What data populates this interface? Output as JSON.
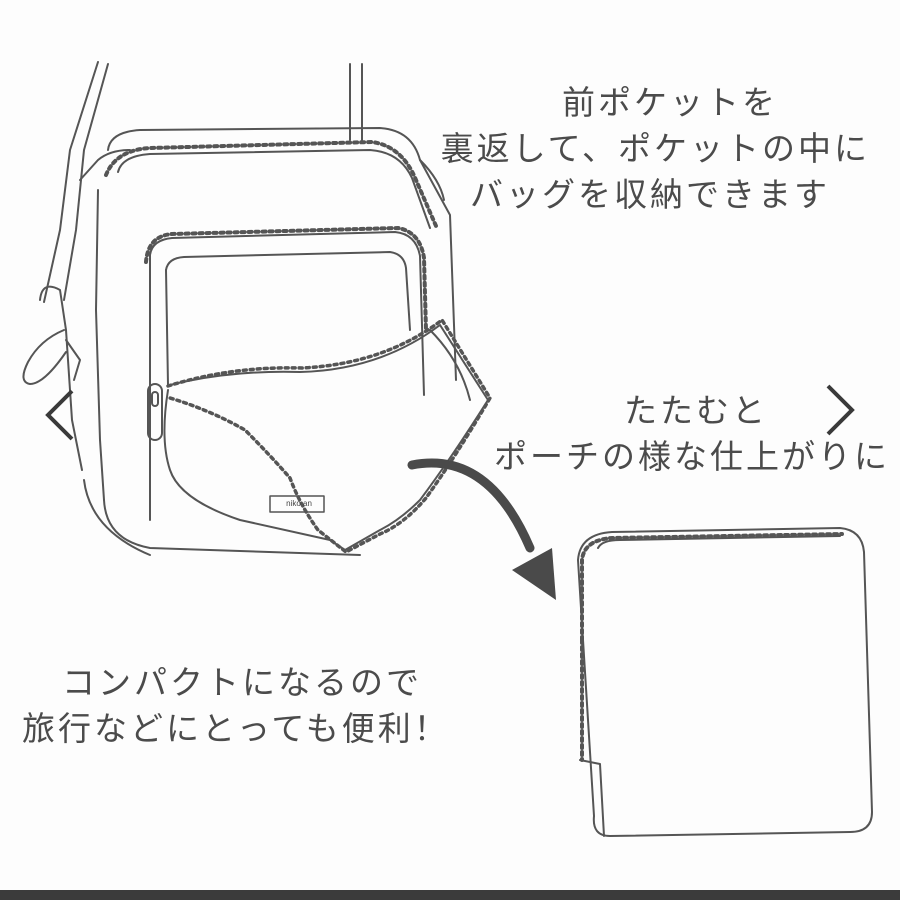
{
  "captions": {
    "top": [
      "前ポケットを",
      "裏返して、ポケットの中に",
      "バッグを収納できます"
    ],
    "middle": [
      "たたむと",
      "ポーチの様な仕上がりに"
    ],
    "bottom": [
      "コンパクトになるので",
      "旅行などにとっても便利！"
    ]
  },
  "brand_tag": "niko an",
  "navigation": {
    "prev_icon": "chevron-left-icon",
    "next_icon": "chevron-right-icon"
  },
  "colors": {
    "line": "#555555",
    "text": "#4b4b4b",
    "arrow": "#4a4a4a",
    "background": "#fdfdfd"
  }
}
